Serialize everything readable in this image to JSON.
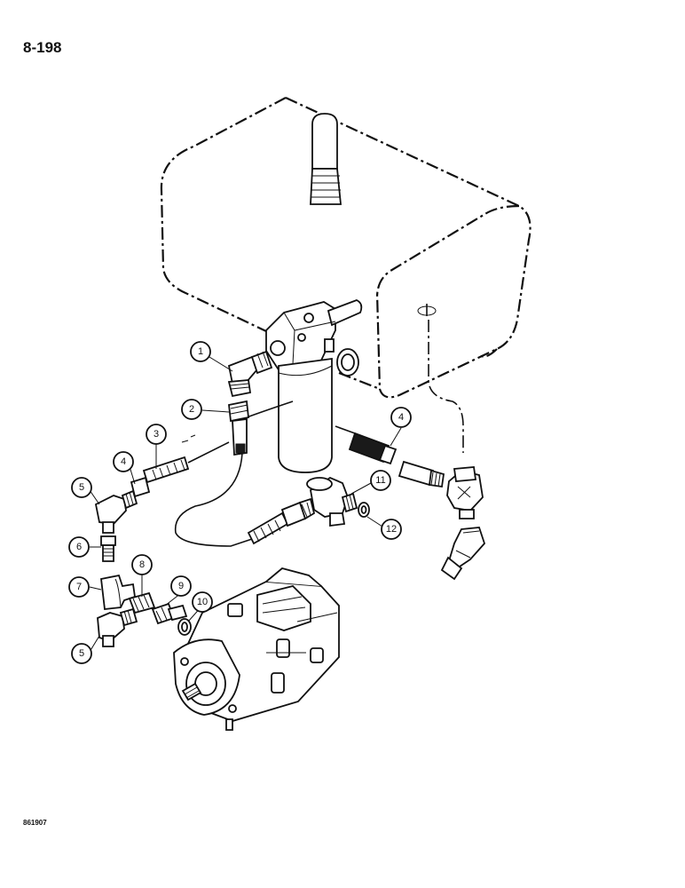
{
  "page": {
    "number": "8-198",
    "drawing_code": "861907"
  },
  "callouts": [
    {
      "id": "callout-1",
      "label": "1"
    },
    {
      "id": "callout-2",
      "label": "2"
    },
    {
      "id": "callout-3",
      "label": "3"
    },
    {
      "id": "callout-4a",
      "label": "4"
    },
    {
      "id": "callout-4b",
      "label": "4"
    },
    {
      "id": "callout-5a",
      "label": "5"
    },
    {
      "id": "callout-5b",
      "label": "5"
    },
    {
      "id": "callout-6",
      "label": "6"
    },
    {
      "id": "callout-7",
      "label": "7"
    },
    {
      "id": "callout-8",
      "label": "8"
    },
    {
      "id": "callout-9",
      "label": "9"
    },
    {
      "id": "callout-10",
      "label": "10"
    },
    {
      "id": "callout-11",
      "label": "11"
    },
    {
      "id": "callout-12",
      "label": "12"
    }
  ]
}
